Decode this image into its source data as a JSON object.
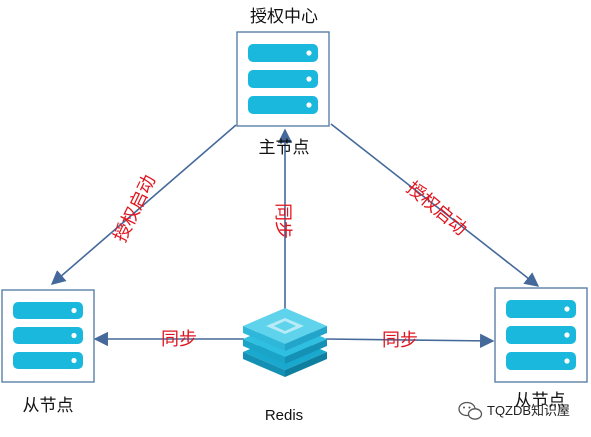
{
  "colors": {
    "server_bar": "#1ab8dc",
    "server_border": "#5a80a8",
    "arrow": "#44699a",
    "auth_text": "#e0141e",
    "redis_top": "#5fd3ec",
    "redis_side": "#19a9cf"
  },
  "nodes": {
    "auth_center_label": "授权中心",
    "master_label": "主节点",
    "slave_left_label": "从节点",
    "slave_right_label": "从节点"
  },
  "edges": {
    "auth_left": "授权启动",
    "auth_right": "授权启动",
    "sync_vertical": "同步",
    "sync_left": "同步",
    "sync_right": "同步"
  },
  "redis": {
    "label": "Redis",
    "icon": "redis-stack-icon"
  },
  "watermark": {
    "text": "TQZDB知识屋",
    "icon": "wechat-icon"
  }
}
